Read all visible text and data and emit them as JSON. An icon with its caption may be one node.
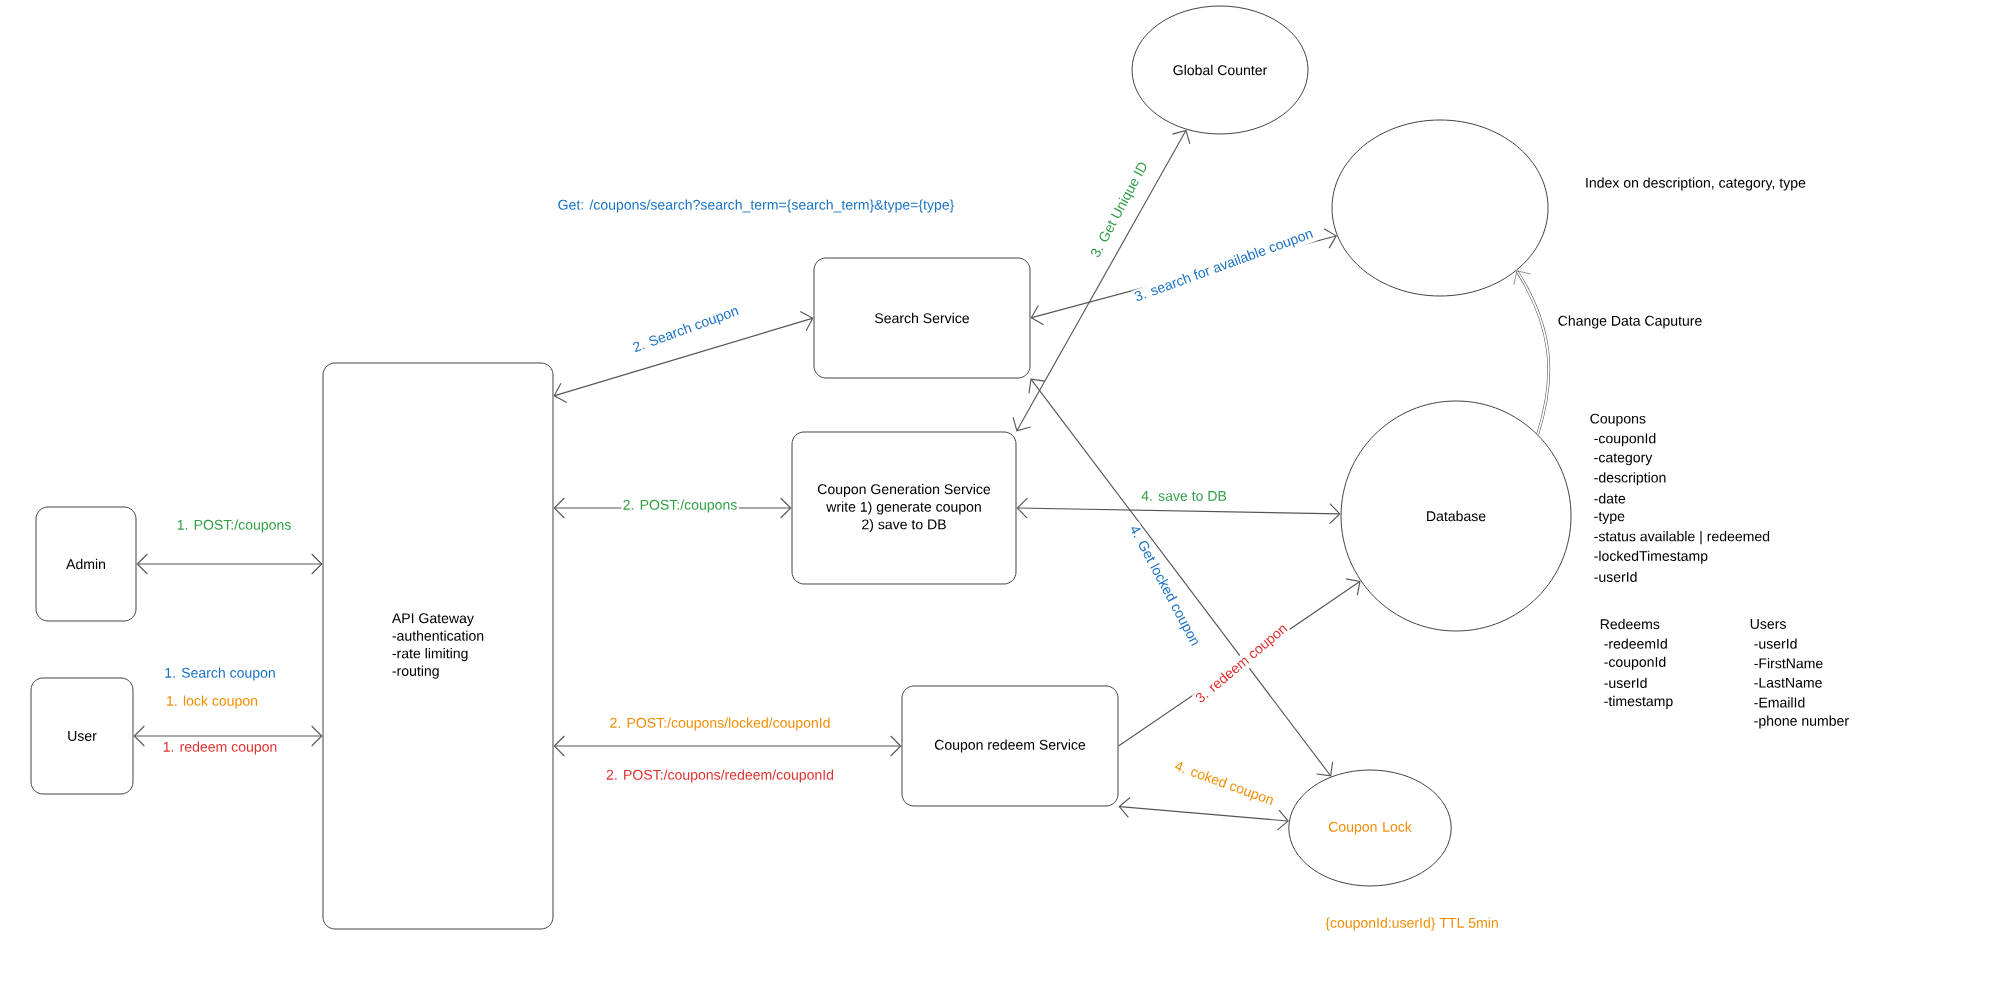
{
  "diagram": {
    "nodes": [
      {
        "text": [
          "Admin"
        ]
      },
      {
        "text": [
          "User"
        ]
      },
      {
        "text": [
          "API Gateway",
          "-authentication",
          "-rate limiting",
          "-routing"
        ]
      },
      {
        "text": [
          "Search Service"
        ]
      },
      {
        "text": [
          "Coupon Generation Service",
          "write 1) generate coupon",
          "2) save to DB"
        ]
      },
      {
        "text": [
          "Coupon redeem Service"
        ]
      },
      {
        "text": [
          "Global Counter"
        ]
      },
      {
        "text": [],
        "shape": "circle",
        "beside": [
          "Index on description, category, type"
        ]
      },
      {
        "text": [
          "Database"
        ]
      },
      {
        "text": [
          "Coupon Lock"
        ],
        "beside": [
          "{couponId:userId} TTL 5min"
        ]
      }
    ],
    "edges": [
      {
        "from": 0,
        "to": 2,
        "arrow": "both",
        "label": "1. POST:/coupons"
      },
      {
        "from": 1,
        "to": 2,
        "arrow": "both",
        "label": "1. lock coupon"
      },
      {
        "from": 2,
        "to": 3,
        "arrow": "both",
        "label": "2. Search coupon"
      },
      {
        "from": 2,
        "to": 4,
        "arrow": "both",
        "label": "2. POST:/coupons"
      },
      {
        "from": 2,
        "to": 5,
        "arrow": "both",
        "label": "2. POST:/coupons/locked/couponId"
      },
      {
        "from": 4,
        "to": 6,
        "arrow": "both",
        "label": "3. Get Unique ID"
      },
      {
        "from": 3,
        "to": 7,
        "arrow": "both",
        "label": "3. search for available coupon"
      },
      {
        "from": 4,
        "to": 8,
        "arrow": "both",
        "label": "4. save to DB"
      },
      {
        "from": 3,
        "to": 9,
        "arrow": "both",
        "label": "4. Get locked coupon"
      },
      {
        "from": 5,
        "to": 8,
        "arrow": "to",
        "label": "3. redeem coupon"
      },
      {
        "from": 5,
        "to": 9,
        "arrow": "both",
        "label": "4. coked coupon"
      },
      {
        "from": 8,
        "to": 7,
        "arrow": "to",
        "label": "Change Data Caputure"
      }
    ],
    "labels": [
      "Get: /coupons/search?search_term={search_term}&type={type}",
      "1. Search coupon",
      "1. redeem coupon",
      "2. POST:/coupons/redeem/couponId",
      "Coupons",
      "-couponId",
      "-category",
      "-description",
      "-date",
      "-type",
      "-status available | redeemed",
      "-lockedTimestamp",
      "-userId",
      "Redeems",
      "-redeemId",
      "-couponId",
      "-userId",
      "-timestamp",
      "Users",
      "-userId",
      "-FirstName",
      "-LastName",
      "-EmailId",
      "-phone number"
    ]
  }
}
